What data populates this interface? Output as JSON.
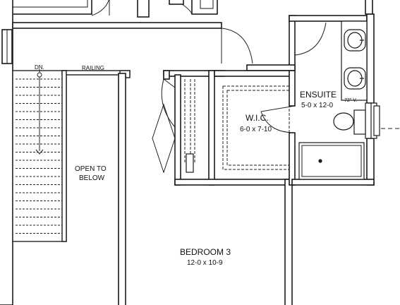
{
  "plan": {
    "labels": {
      "dn": "DN.",
      "railing": "RAILING",
      "open_line1": "OPEN TO",
      "open_line2": "BELOW",
      "ensuite_name": "ENSUITE",
      "ensuite_size": "5-0 x 12-0",
      "vanity": "72\" V.",
      "wic_name": "W.I.C.",
      "wic_size": "6-0 x 7-10",
      "bedroom_name": "BEDROOM 3",
      "bedroom_size": "12-0 x 10-9"
    },
    "colors": {
      "wall": "#1a1a1a",
      "wall_fill": "#ffffff",
      "line": "#222222",
      "background": "#ffffff"
    }
  }
}
